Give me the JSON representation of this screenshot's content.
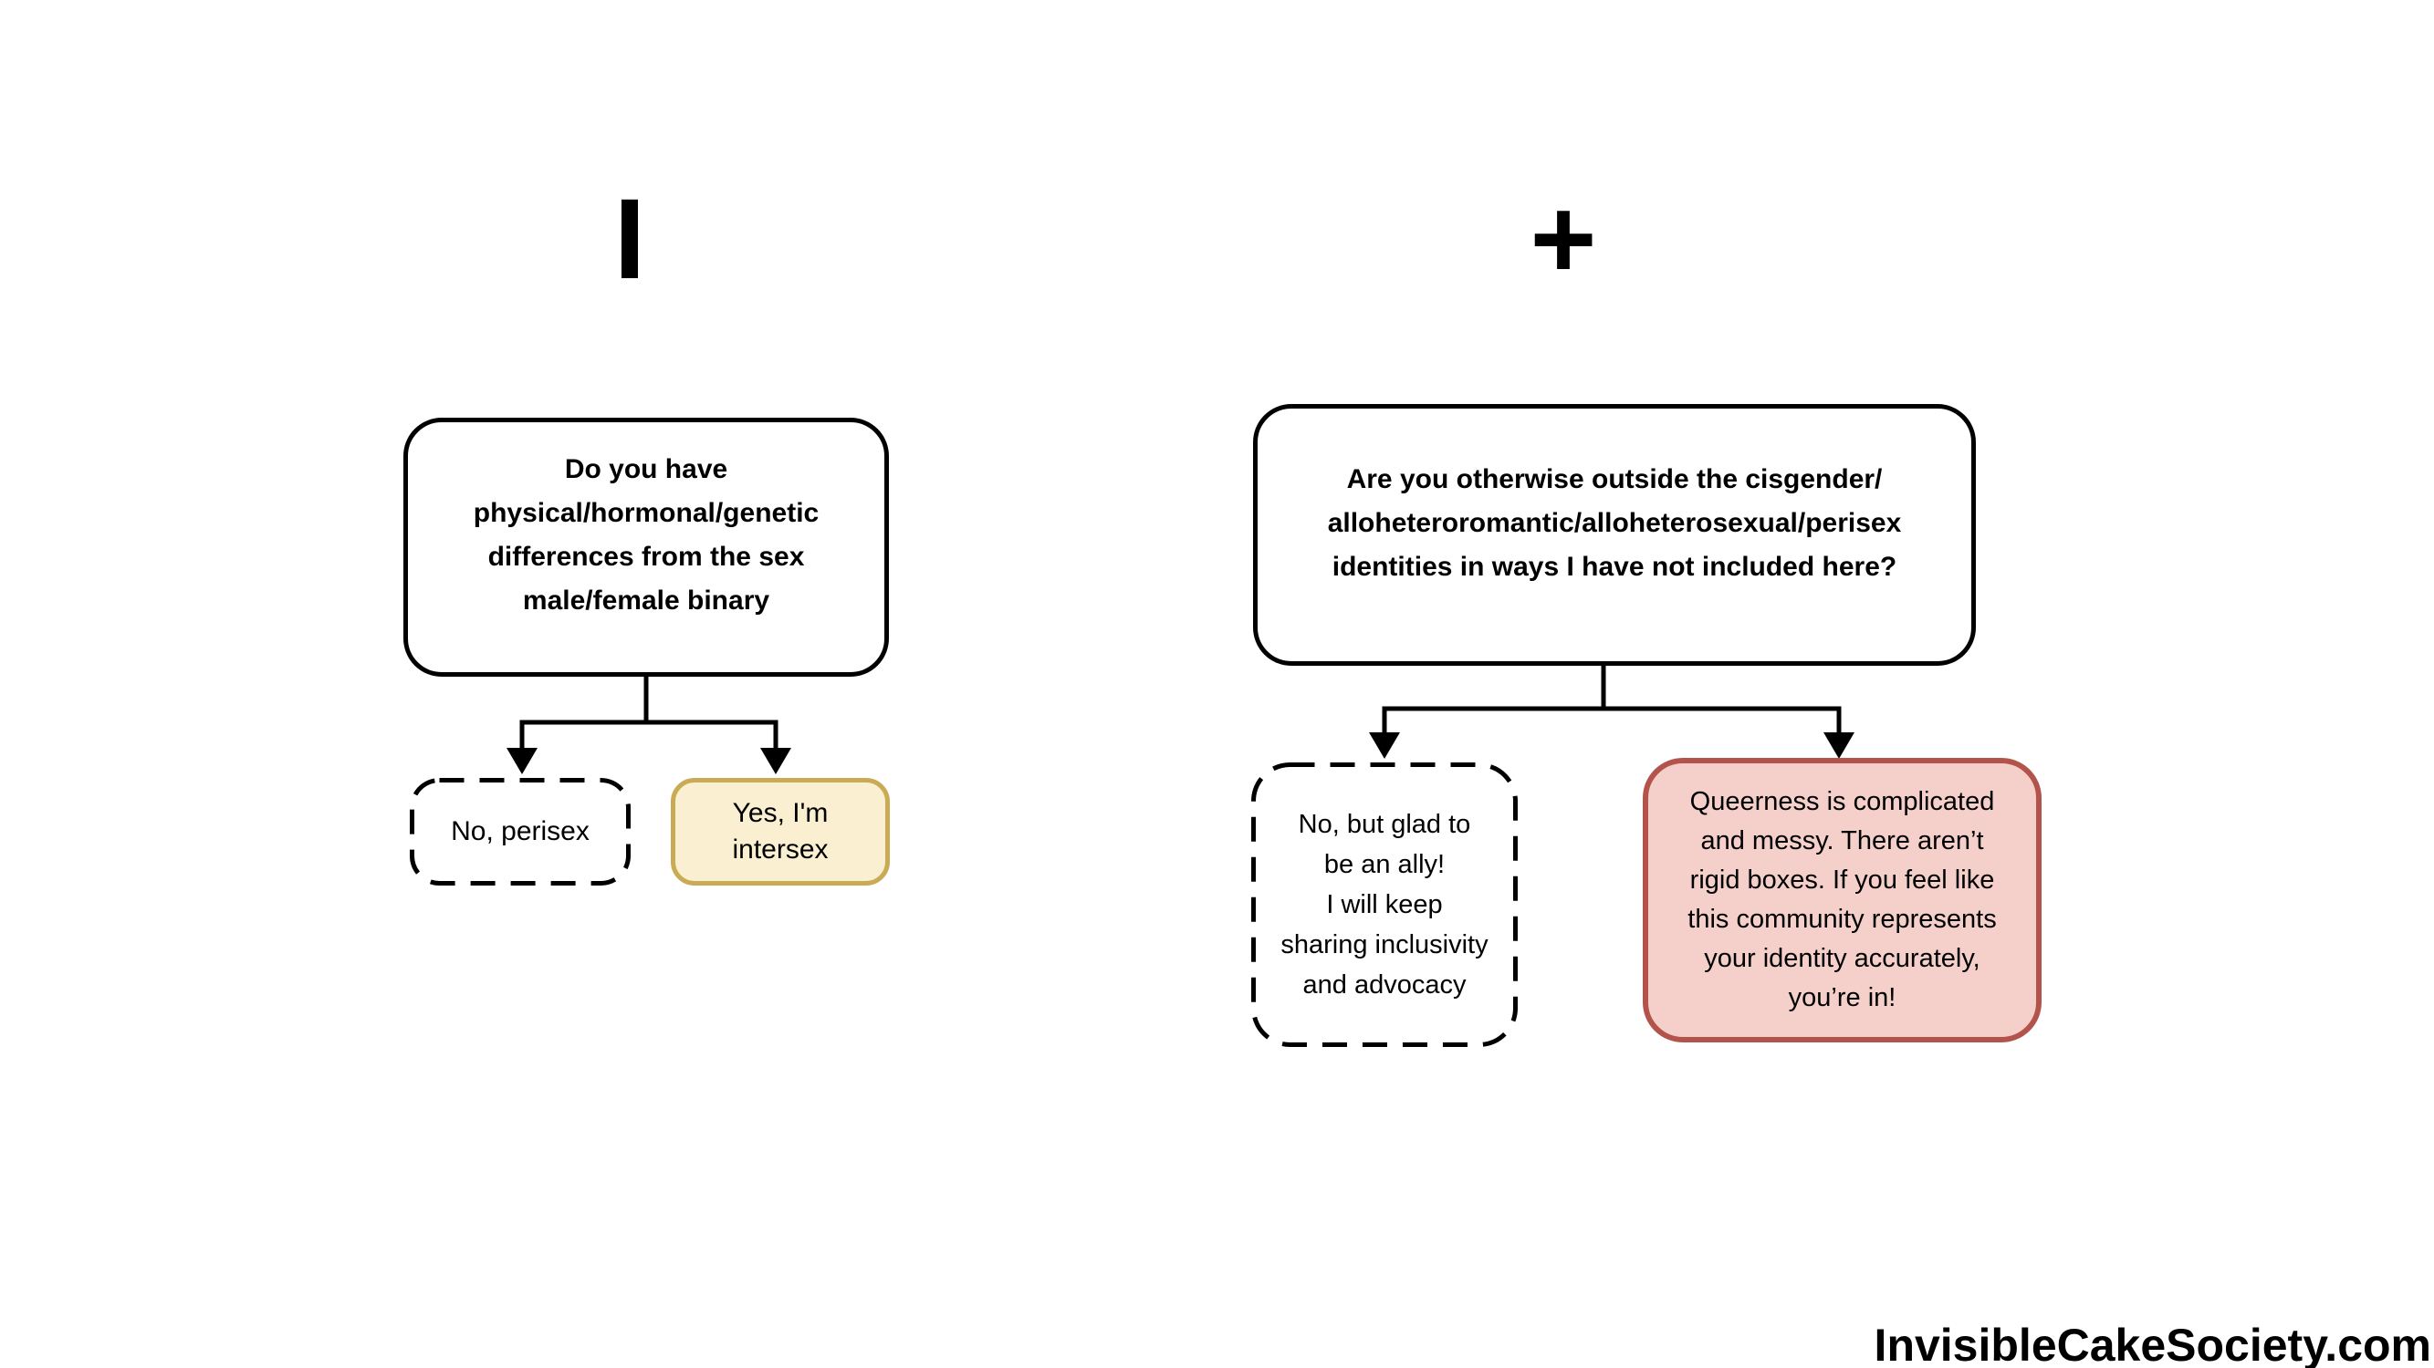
{
  "page": {
    "background": "#ffffff",
    "watermark": "InvisibleCakeSociety.com"
  },
  "colors": {
    "line": "#000000",
    "text": "#000000",
    "intersex_yes_fill": "#FAF0D1",
    "intersex_yes_border": "#C9AB55",
    "queer_yes_fill": "#F5CFCA",
    "queer_yes_border": "#B2544C"
  },
  "flowcharts": [
    {
      "label": "I",
      "question": {
        "lines": [
          "Do you have",
          "physical/hormonal/genetic",
          "differences from the sex",
          "male/female binary"
        ]
      },
      "answer_no": {
        "style": "dashed",
        "lines": [
          "No, perisex"
        ]
      },
      "answer_yes": {
        "style": "solid-highlight",
        "lines": [
          "Yes, I'm",
          "intersex"
        ]
      }
    },
    {
      "label": "+",
      "question": {
        "lines": [
          "Are you otherwise outside the cisgender/",
          "alloheteroromantic/alloheterosexual/perisex",
          "identities in ways I have not included here?"
        ]
      },
      "answer_no": {
        "style": "dashed",
        "lines": [
          "No, but glad to",
          "be an ally!",
          "I will keep",
          "sharing inclusivity",
          "and advocacy"
        ]
      },
      "answer_yes": {
        "style": "solid-highlight",
        "lines": [
          "Queerness is complicated",
          "and messy. There aren’t",
          "rigid boxes. If you feel like",
          "this community represents",
          "your identity accurately,",
          "you’re in!"
        ]
      }
    }
  ]
}
